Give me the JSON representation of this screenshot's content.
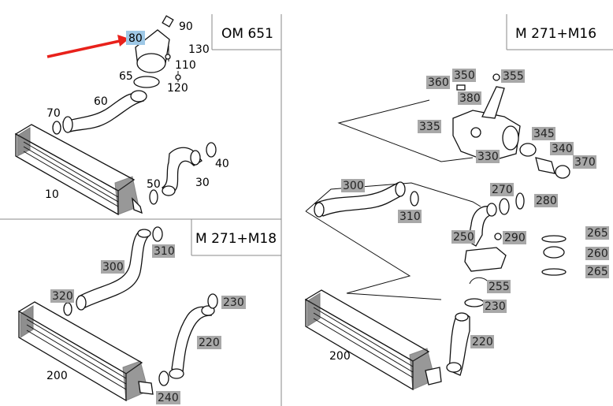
{
  "panels": {
    "om651": {
      "title": "OM 651",
      "labels": [
        "90",
        "80",
        "130",
        "110",
        "65",
        "120",
        "60",
        "70",
        "40",
        "50",
        "30",
        "10"
      ],
      "highlighted_label": "80"
    },
    "m271_m18": {
      "title": "M 271+M18",
      "labels": [
        "310",
        "300",
        "320",
        "230",
        "220",
        "200",
        "240"
      ]
    },
    "m271_m16": {
      "title": "M 271+M16",
      "labels": [
        "360",
        "350",
        "355",
        "380",
        "335",
        "345",
        "340",
        "370",
        "330",
        "300",
        "270",
        "280",
        "310",
        "250",
        "290",
        "265",
        "260",
        "265",
        "255",
        "230",
        "220",
        "200"
      ]
    }
  },
  "colors": {
    "label_highlight": "#9ec8e6",
    "label_gray": "#a8a8a8",
    "arrow": "#e8211b"
  },
  "icons": [
    "red-arrow-icon"
  ]
}
